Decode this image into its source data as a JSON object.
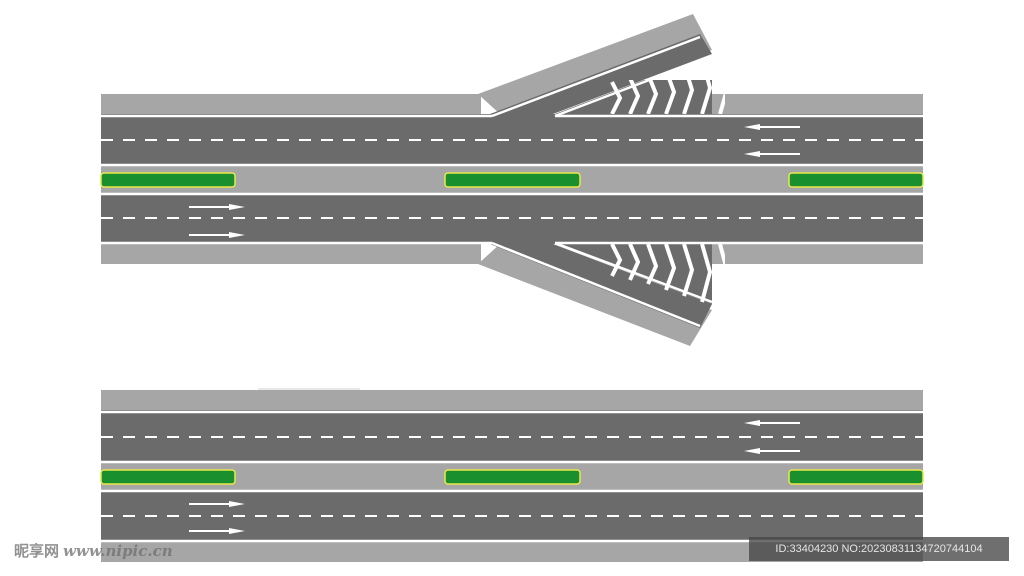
{
  "diagrams": [
    {
      "name": "road with diverging ramps",
      "lane_arrows": {
        "upper_carriageway": "leftward",
        "lower_carriageway": "rightward"
      }
    },
    {
      "name": "straight road",
      "lane_arrows": {
        "upper_carriageway": "leftward",
        "lower_carriageway": "rightward"
      }
    }
  ],
  "watermark": {
    "logo_text": "昵享网",
    "url": "www.nipic.cn",
    "id_line": "ID:33404230 NO:20230831134720744104"
  },
  "colors": {
    "asphalt": "#6b6b6b",
    "shoulder": "#a6a6a6",
    "median_green": "#1a8f2e",
    "median_border": "#e8e84a",
    "marking": "#ffffff"
  }
}
